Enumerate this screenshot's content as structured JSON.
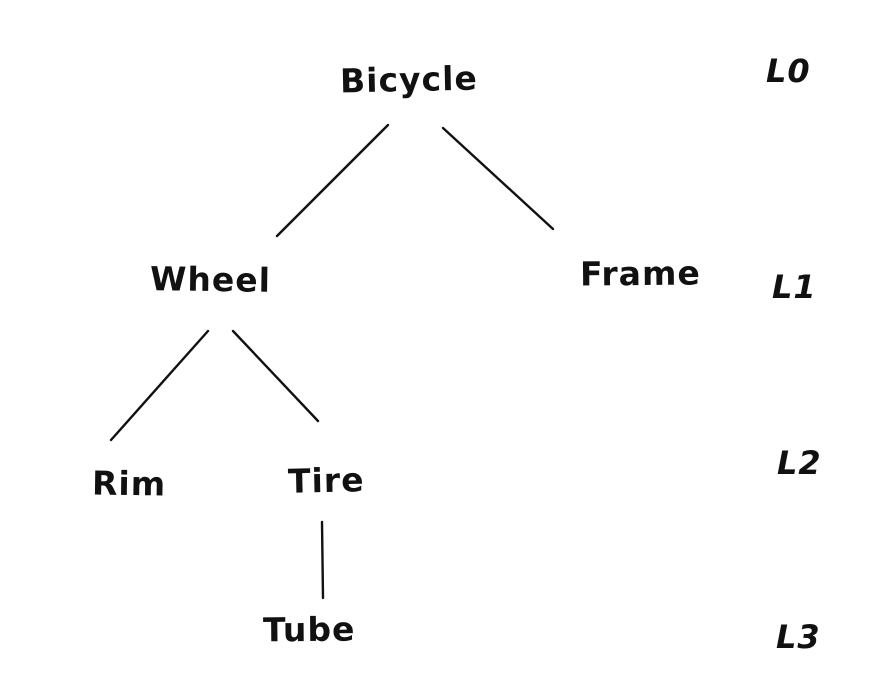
{
  "diagram": {
    "type": "tree",
    "ink_color": "#111111",
    "background_color": "#ffffff",
    "nodes": [
      {
        "id": "bicycle",
        "label": "Bicycle",
        "level": 0
      },
      {
        "id": "wheel",
        "label": "Wheel",
        "level": 1
      },
      {
        "id": "frame",
        "label": "Frame",
        "level": 1
      },
      {
        "id": "rim",
        "label": "Rim",
        "level": 2
      },
      {
        "id": "tire",
        "label": "Tire",
        "level": 2
      },
      {
        "id": "tube",
        "label": "Tube",
        "level": 3
      }
    ],
    "edges": [
      {
        "from": "bicycle",
        "to": "wheel"
      },
      {
        "from": "bicycle",
        "to": "frame"
      },
      {
        "from": "wheel",
        "to": "rim"
      },
      {
        "from": "wheel",
        "to": "tire"
      },
      {
        "from": "tire",
        "to": "tube"
      }
    ],
    "level_labels": [
      "L0",
      "L1",
      "L2",
      "L3"
    ]
  }
}
